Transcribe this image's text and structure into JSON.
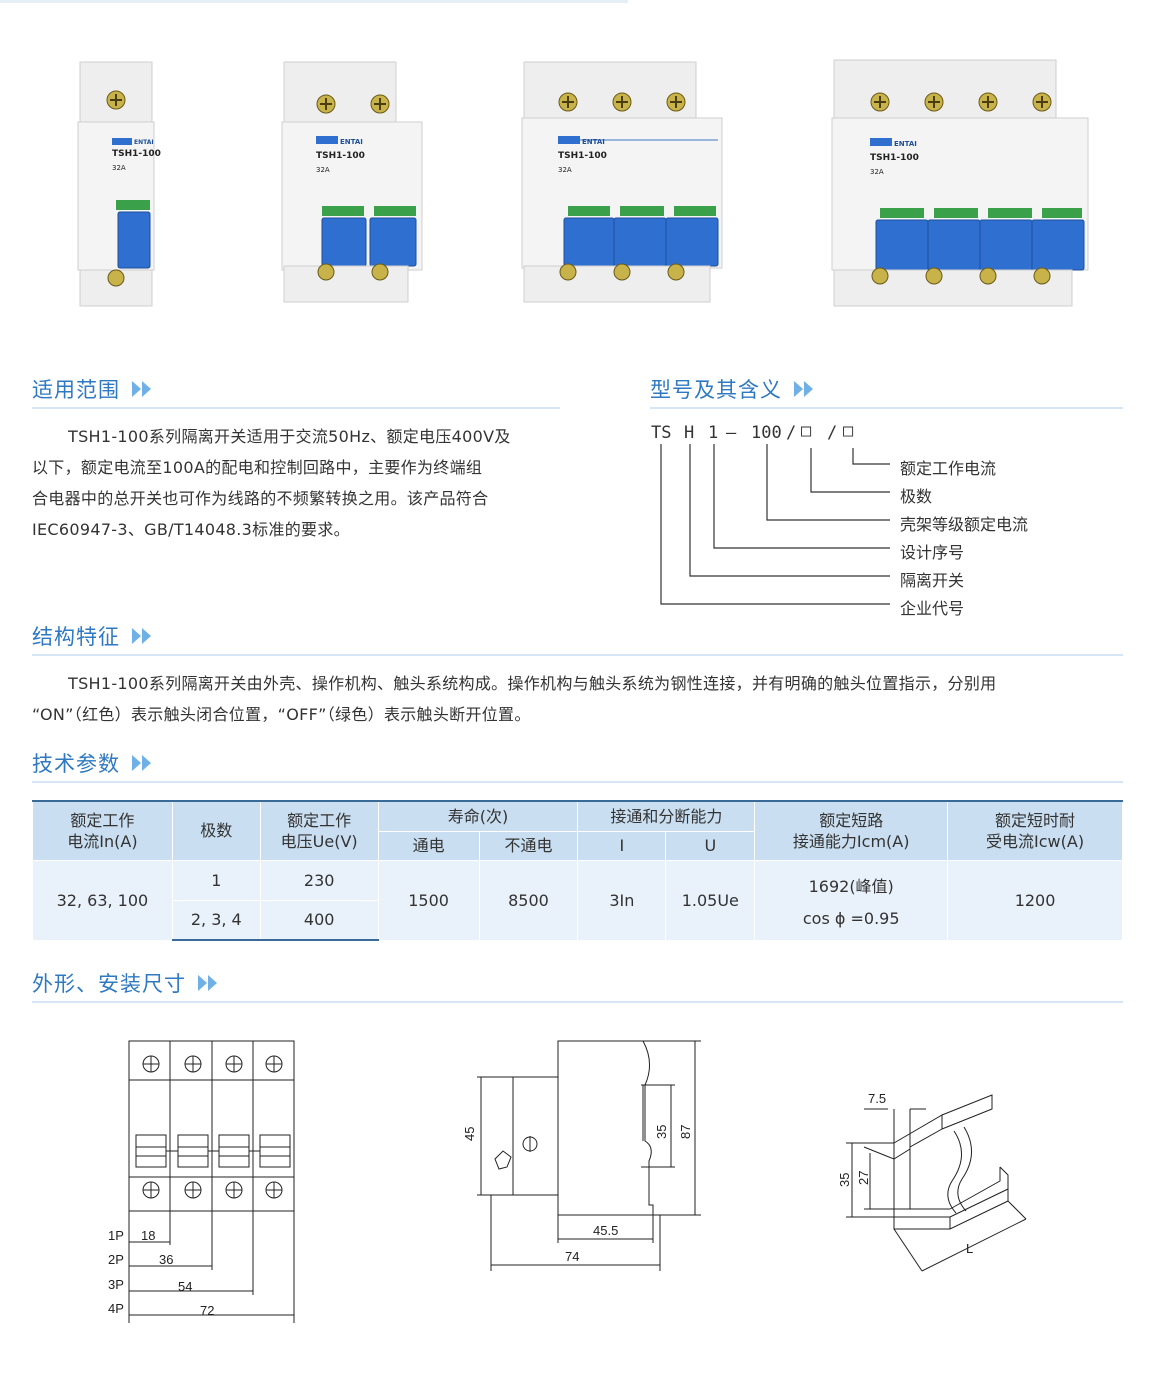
{
  "products": [
    {
      "model": "TSH1-100",
      "brand": "ENTAI",
      "poles": 1,
      "rating": "32A"
    },
    {
      "model": "TSH1-100",
      "brand": "ENTAI",
      "poles": 2,
      "rating": "32A"
    },
    {
      "model": "TSH1-100",
      "brand": "ENTAI",
      "poles": 3,
      "rating": "32A"
    },
    {
      "model": "TSH1-100",
      "brand": "ENTAI",
      "poles": 4,
      "rating": "32A"
    }
  ],
  "scope": {
    "title": "适用范围",
    "lines": [
      "TSH1-100系列隔离开关适用于交流50Hz、额定电压400V及",
      "以下，额定电流至100A的配电和控制回路中，主要作为终端组",
      "合电器中的总开关也可作为线路的不频繁转换之用。该产品符合",
      "IEC60947-3、GB/T14048.3标准的要求。"
    ]
  },
  "model_meaning": {
    "title": "型号及其含义",
    "code_parts": [
      "TS",
      "H",
      "1",
      "—",
      "100",
      "/",
      "□",
      "/",
      "□"
    ],
    "labels": [
      "额定工作电流",
      "极数",
      "壳架等级额定电流",
      "设计序号",
      "隔离开关",
      "企业代号"
    ]
  },
  "structure": {
    "title": "结构特征",
    "lines": [
      "TSH1-100系列隔离开关由外壳、操作机构、触头系统构成。操作机构与触头系统为钢性连接，并有明确的触头位置指示，分别用",
      "“ON”（红色）表示触头闭合位置，“OFF”（绿色）表示触头断开位置。"
    ]
  },
  "tech": {
    "title": "技术参数",
    "headers": {
      "rated_current_1": "额定工作",
      "rated_current_2": "电流In(A)",
      "poles": "极数",
      "rated_voltage_1": "额定工作",
      "rated_voltage_2": "电压Ue(V)",
      "life": "寿命(次)",
      "life_on": "通电",
      "life_off": "不通电",
      "making": "接通和分断能力",
      "making_i": "I",
      "making_u": "U",
      "short_1": "额定短路",
      "short_2": "接通能力Icm(A)",
      "withstand_1": "额定短时耐",
      "withstand_2": "受电流Icw(A)"
    },
    "values": {
      "rated_current": "32, 63, 100",
      "poles_a": "1",
      "poles_b": "2, 3, 4",
      "voltage_a": "230",
      "voltage_b": "400",
      "life_on": "1500",
      "life_off": "8500",
      "making_i": "3In",
      "making_u": "1.05Ue",
      "short_peak": "1692(峰值)",
      "short_cos": "cos ϕ =0.95",
      "withstand": "1200"
    }
  },
  "dimensions": {
    "title": "外形、安装尺寸",
    "front": {
      "pole_labels": [
        "1P",
        "2P",
        "3P",
        "4P"
      ],
      "widths": [
        "18",
        "36",
        "54",
        "72"
      ]
    },
    "side": {
      "h45": "45",
      "h35": "35",
      "h87": "87",
      "w45_5": "45.5",
      "w74": "74"
    },
    "rail": {
      "w7_5": "7.5",
      "h35": "35",
      "h27": "27",
      "len": "L"
    }
  },
  "colors": {
    "accent": "#2f79c2",
    "handle": "#2f6fd0",
    "header_bg": "#c9def0",
    "row_bg": "#e9f2fa",
    "rule": "#d6e6f4"
  }
}
